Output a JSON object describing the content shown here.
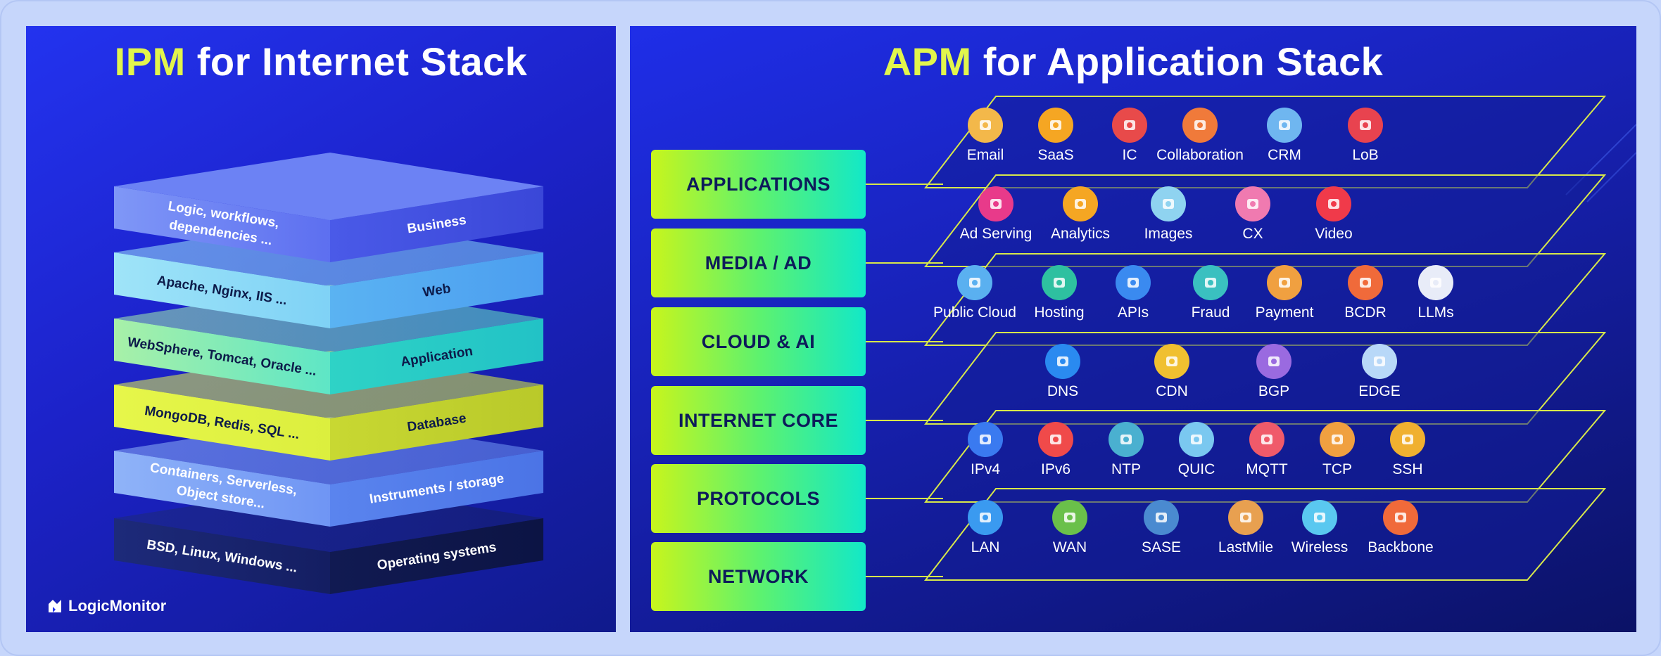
{
  "ipm": {
    "title_highlight": "IPM",
    "title_rest": " for Internet Stack",
    "layers": [
      {
        "left": "Logic, workflows,",
        "left2": "dependencies ...",
        "right": "Business"
      },
      {
        "left": "Apache, Nginx, IIS ...",
        "right": "Web"
      },
      {
        "left": "WebSphere, Tomcat, Oracle ...",
        "right": "Application"
      },
      {
        "left": "MongoDB, Redis, SQL ...",
        "right": "Database"
      },
      {
        "left": "Containers, Serverless,",
        "left2": "Object store...",
        "right": "Instruments / storage"
      },
      {
        "left": "BSD, Linux, Windows ...",
        "right": "Operating systems"
      }
    ],
    "logo_text": "LogicMonitor"
  },
  "apm": {
    "title_highlight": "APM",
    "title_rest": " for Application Stack",
    "categories": [
      "APPLICATIONS",
      "MEDIA / AD",
      "CLOUD & AI",
      "INTERNET CORE",
      "PROTOCOLS",
      "NETWORK"
    ],
    "rows": [
      [
        {
          "label": "Email",
          "icon": "email-icon",
          "color": "#f3b84a"
        },
        {
          "label": "SaaS",
          "icon": "saas-cloud-icon",
          "color": "#f5a623"
        },
        {
          "label": "IC",
          "icon": "chip-icon",
          "color": "#e84a4a"
        },
        {
          "label": "Collaboration",
          "icon": "collaboration-icon",
          "color": "#f07a3a"
        },
        {
          "label": "CRM",
          "icon": "crm-icon",
          "color": "#6fb6f0"
        },
        {
          "label": "LoB",
          "icon": "lob-icon",
          "color": "#e8434f"
        }
      ],
      [
        {
          "label": "Ad Serving",
          "icon": "ad-serving-icon",
          "color": "#e83a8a"
        },
        {
          "label": "Analytics",
          "icon": "analytics-icon",
          "color": "#f5a623"
        },
        {
          "label": "Images",
          "icon": "images-icon",
          "color": "#8fd3f0"
        },
        {
          "label": "CX",
          "icon": "cx-icon",
          "color": "#f07ab0"
        },
        {
          "label": "Video",
          "icon": "video-icon",
          "color": "#f03a4a"
        }
      ],
      [
        {
          "label": "Public Cloud",
          "icon": "public-cloud-icon",
          "color": "#5ab0f0"
        },
        {
          "label": "Hosting",
          "icon": "hosting-icon",
          "color": "#2ec0a0"
        },
        {
          "label": "APIs",
          "icon": "apis-icon",
          "color": "#3a8af0"
        },
        {
          "label": "Fraud",
          "icon": "fraud-icon",
          "color": "#3ac0c0"
        },
        {
          "label": "Payment",
          "icon": "payment-icon",
          "color": "#f0a040"
        },
        {
          "label": "BCDR",
          "icon": "bcdr-icon",
          "color": "#f06a3a"
        },
        {
          "label": "LLMs",
          "icon": "llms-icon",
          "color": "#e8ecf8"
        }
      ],
      [
        {
          "label": "DNS",
          "icon": "dns-icon",
          "color": "#2a8af0"
        },
        {
          "label": "CDN",
          "icon": "cdn-icon",
          "color": "#f0c030"
        },
        {
          "label": "BGP",
          "icon": "bgp-icon",
          "color": "#9a6ae0"
        },
        {
          "label": "EDGE",
          "icon": "edge-icon",
          "color": "#b8d8f8"
        }
      ],
      [
        {
          "label": "IPv4",
          "icon": "ipv4-icon",
          "color": "#3a7af0"
        },
        {
          "label": "IPv6",
          "icon": "ipv6-icon",
          "color": "#f04a4a"
        },
        {
          "label": "NTP",
          "icon": "ntp-icon",
          "color": "#4ab0d0"
        },
        {
          "label": "QUIC",
          "icon": "quic-icon",
          "color": "#7ac8f0"
        },
        {
          "label": "MQTT",
          "icon": "mqtt-icon",
          "color": "#f05a6a"
        },
        {
          "label": "TCP",
          "icon": "tcp-icon",
          "color": "#f0a040"
        },
        {
          "label": "SSH",
          "icon": "ssh-icon",
          "color": "#f0b030"
        }
      ],
      [
        {
          "label": "LAN",
          "icon": "lan-icon",
          "color": "#3a9af0"
        },
        {
          "label": "WAN",
          "icon": "wan-icon",
          "color": "#6ac04a"
        },
        {
          "label": "SASE",
          "icon": "sase-icon",
          "color": "#4a8ad0"
        },
        {
          "label": "LastMile",
          "icon": "lastmile-box-icon",
          "color": "#e8a050"
        },
        {
          "label": "Wireless",
          "icon": "wireless-icon",
          "color": "#5ac8f0"
        },
        {
          "label": "Backbone",
          "icon": "backbone-icon",
          "color": "#f06a3a"
        }
      ]
    ]
  }
}
